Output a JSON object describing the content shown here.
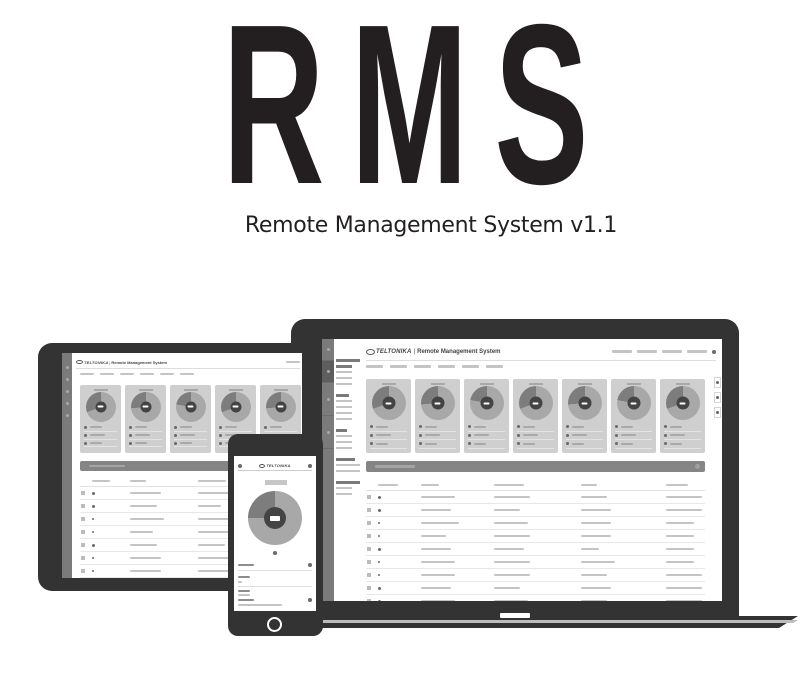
{
  "hero": {
    "title": "RMS",
    "subtitle": "Remote Management System v1.1"
  },
  "colors": {
    "device_body": "#333333",
    "screen_bg": "#ffffff",
    "title_text": "#231f20",
    "card_bg": "#cfcfcf",
    "donut_outer": "#a8a8a8",
    "donut_slice": "#7d7d7d",
    "donut_hole": "#444444",
    "panel_bar": "#858585",
    "placeholder_bar": "#c4c4c4"
  },
  "laptop": {
    "header": {
      "logo_text": "TELTONIKA",
      "separator": "|",
      "app_name": "Remote Management System",
      "nav_item_count": 4
    },
    "tab_count": 6,
    "card_count": 7,
    "table_row_count": 9,
    "table_column_count": 5
  },
  "tablet": {
    "header": {
      "logo_text": "TELTONIKA",
      "separator": "|",
      "app_name": "Remote Management System"
    },
    "tab_count": 6,
    "card_count": 5,
    "table_row_count": 8
  },
  "phone": {
    "header": {
      "logo_text": "TELTONIKA"
    }
  }
}
